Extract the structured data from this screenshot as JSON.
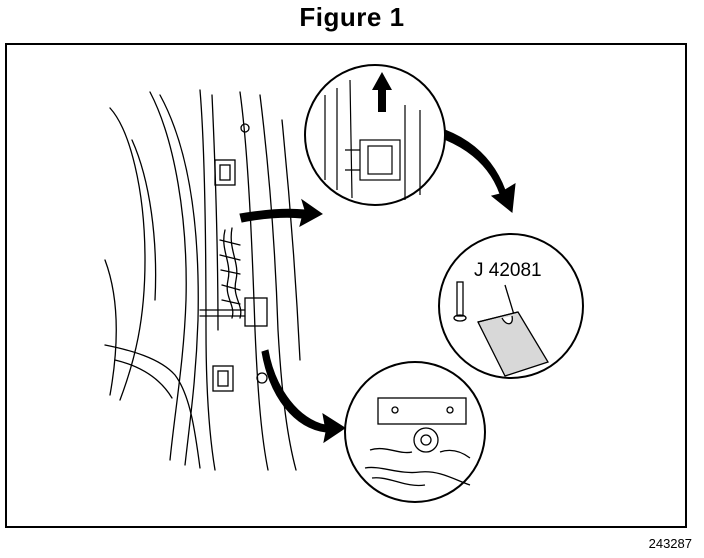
{
  "figure": {
    "title": "Figure 1",
    "tool_label": "J 42081",
    "reference_number": "243287"
  }
}
